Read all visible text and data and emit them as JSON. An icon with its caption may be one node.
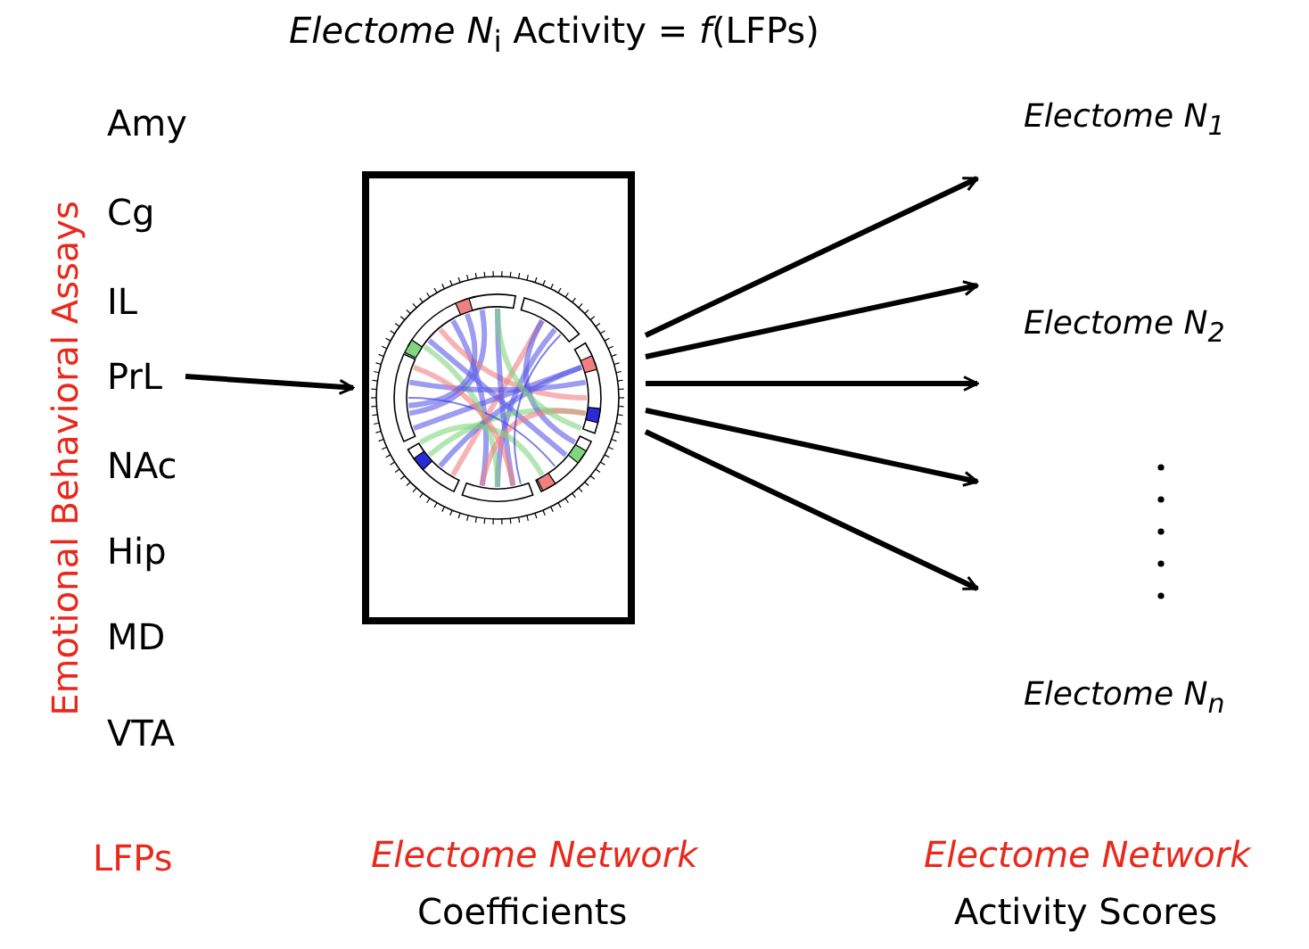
{
  "diagram": {
    "title": "*Electome N*$_{i}$ Activity = *f*(LFPs)",
    "nodes": [
      {
        "text": [],
        "shape": "box"
      },
      {
        "text": [
          "PrL"
        ]
      }
    ],
    "edges": [
      {
        "from": 1,
        "to": 0,
        "arrow": "to"
      },
      {
        "from": 0,
        "to": null,
        "arrow": "to"
      },
      {
        "from": 0,
        "to": null,
        "arrow": "to"
      },
      {
        "from": 0,
        "to": null,
        "arrow": "to"
      },
      {
        "from": 0,
        "to": null,
        "arrow": "to"
      },
      {
        "from": 0,
        "to": null,
        "arrow": "to"
      }
    ],
    "labels": [
      "Emotional Behavioral Assays",
      "Amy",
      "Cg",
      "IL",
      "NAc",
      "Hip",
      "MD",
      "VTA",
      "Electome N$_{1}$",
      "Electome N$_{2}$",
      "Electome N$_{n}$",
      "LFPs",
      "Electome Network",
      "Coefficients",
      "Electome  Network",
      "Activity Scores"
    ]
  }
}
